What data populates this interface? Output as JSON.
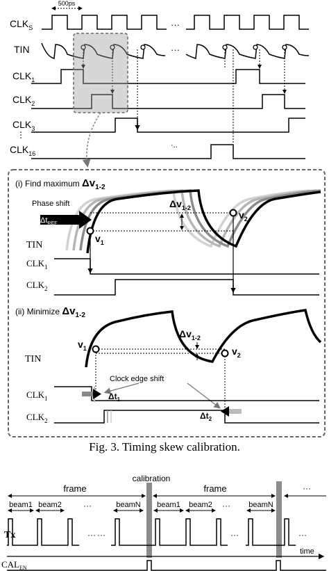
{
  "top_timing": {
    "period_label": "500ps",
    "signals": [
      "CLK",
      "TIN",
      "CLK",
      "CLK",
      "CLK",
      "CLK"
    ],
    "subscripts": [
      "S",
      "",
      "1",
      "2",
      "3",
      "16"
    ],
    "ellipsis": "···"
  },
  "panel": {
    "section1": {
      "prefix": "(i) Find maximum ",
      "delta_sym": "Δv",
      "delta_sub": "1-2"
    },
    "section2": {
      "prefix": "(ii) Minimize ",
      "delta_sym": "Δv",
      "delta_sub": "1-2"
    },
    "phase_shift": "Phase shift",
    "dt_ref": "Δt",
    "dt_ref_sub": "REF",
    "tin": "TIN",
    "v1": "v",
    "v1_sub": "1",
    "v2": "v",
    "v2_sub": "2",
    "clk1": "CLK",
    "clk1_sub": "1",
    "clk2": "CLK",
    "clk2_sub": "2",
    "dv_label": "Δv",
    "dv_sub": "1-2",
    "clock_edge_shift": "Clock edge shift",
    "dt1": "Δt",
    "dt1_sub": "1",
    "dt2": "Δt",
    "dt2_sub": "2"
  },
  "caption": "Fig. 3. Timing skew calibration.",
  "bottom": {
    "calibration": "calibration",
    "frame": "frame",
    "beams": [
      "beam1",
      "beam2",
      "beamN",
      "beam1",
      "beam2",
      "beamN"
    ],
    "tx": "Tx",
    "time": "time",
    "cal": "CAL",
    "cal_sub": "EN",
    "ellipsis": "···"
  }
}
